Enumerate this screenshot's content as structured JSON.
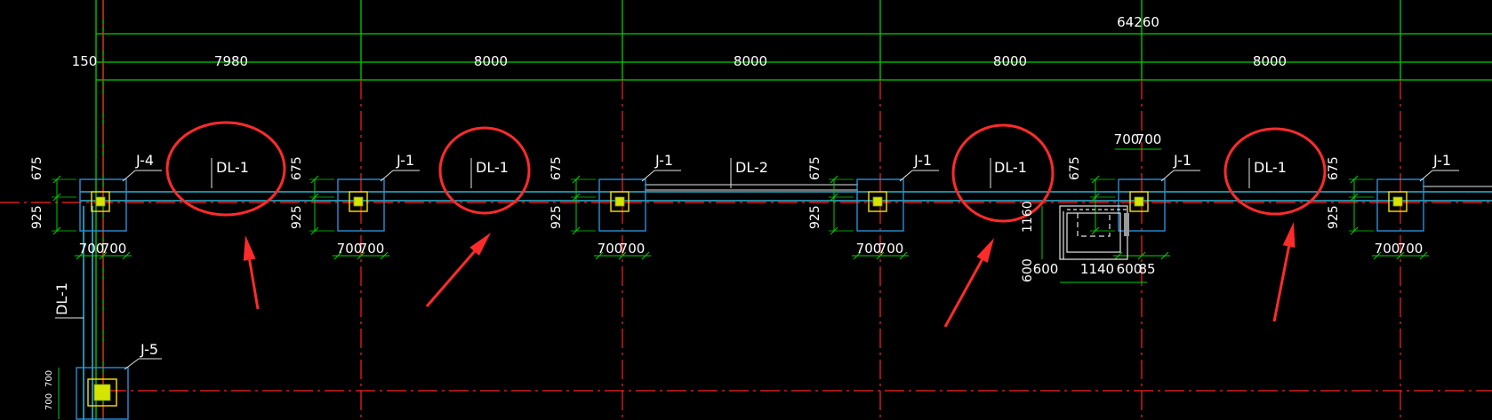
{
  "colors": {
    "background": "#000000",
    "grid_green": "#00d100",
    "axis_red": "#ff2020",
    "beam_cyan": "#33d6ff",
    "footing_blue": "#2a8fd6",
    "column_yellow": "#ffe000",
    "annotation_red": "#ff2b2b",
    "text": "#ffffff"
  },
  "dimensions": {
    "total": "64260",
    "edge_offset": "150",
    "bays": [
      "7980",
      "8000",
      "8000",
      "8000",
      "8000"
    ]
  },
  "footing_dims": {
    "top_offset": "675",
    "bottom_offset": "925",
    "half_width_left": "700",
    "half_width_right": "700",
    "j5_dim_a": "700",
    "j5_dim_b": "700"
  },
  "footings": [
    "J-4",
    "J-1",
    "J-1",
    "J-1",
    "J-1",
    "J-1",
    "J-5"
  ],
  "beams": [
    "DL-1",
    "DL-1",
    "DL-2",
    "DL-1",
    "DL-1",
    "DL-1"
  ],
  "pit": {
    "dim_1160": "1160",
    "dim_600a": "600",
    "dim_600b": "600",
    "dim_1140": "1140",
    "dim_600c": "600",
    "dim_85": "85",
    "top_700a": "700",
    "top_700b": "700"
  }
}
